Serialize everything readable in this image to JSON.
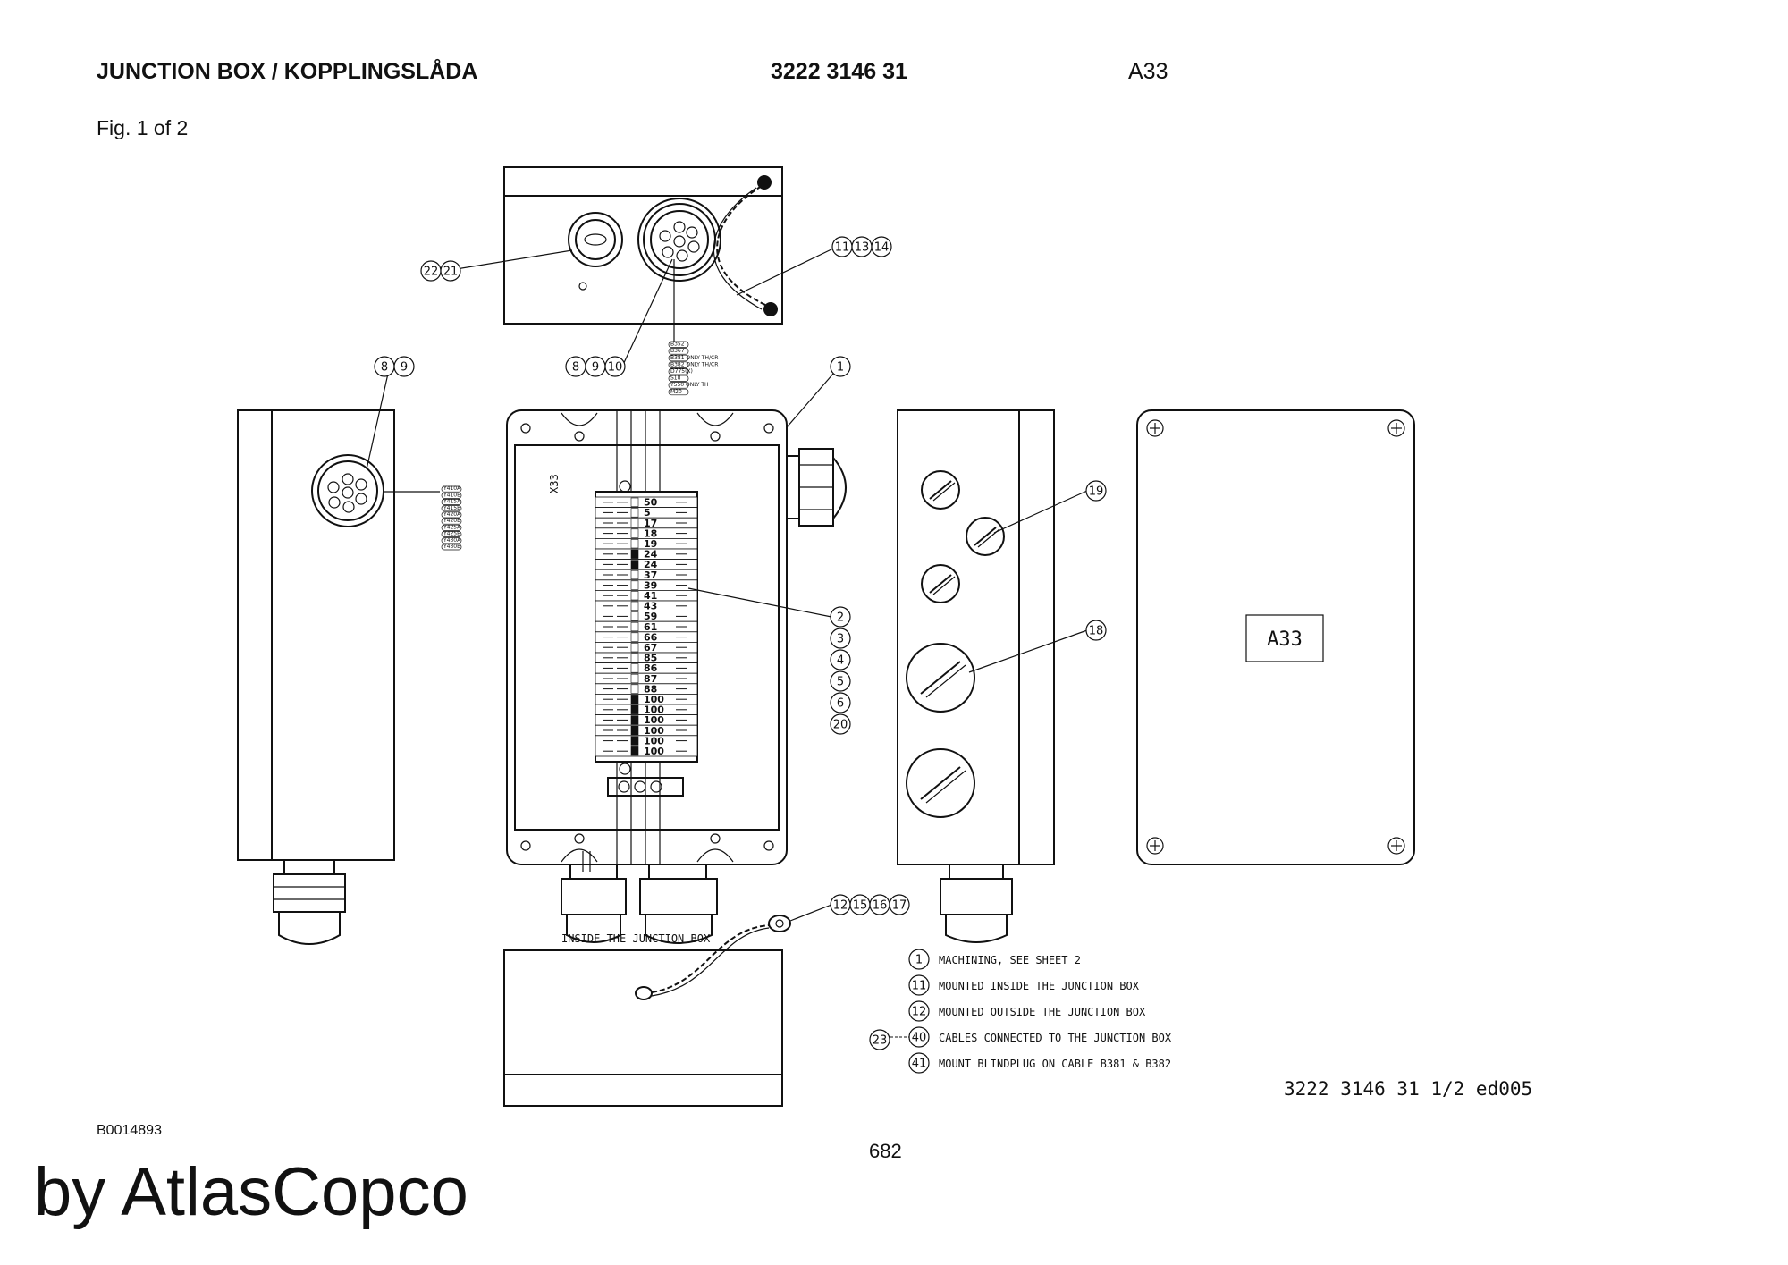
{
  "header": {
    "title": "JUNCTION BOX / KOPPLINGSLÅDA",
    "part_number": "3222 3146 31",
    "reference": "A33",
    "figure": "Fig. 1 of 2"
  },
  "footer": {
    "doc_number": "B0014893",
    "page_number": "682",
    "brand": "by AtlasCopco",
    "drawing_number": "3222 3146 31 1/2 ed005"
  },
  "drawing": {
    "terminal_label": "X33",
    "box_label": "A33",
    "inside_label": "INSIDE THE JUNCTION BOX",
    "terminals": [
      "50",
      "5",
      "17",
      "18",
      "19",
      "24",
      "24",
      "37",
      "39",
      "41",
      "43",
      "59",
      "61",
      "66",
      "67",
      "85",
      "86",
      "87",
      "88",
      "100",
      "100",
      "100",
      "100",
      "100",
      "100"
    ],
    "left_cable_labels": [
      "Y410A",
      "Y410B",
      "Y415A",
      "Y415B",
      "Y420A",
      "Y420B",
      "Y425A",
      "Y425B",
      "Y430A",
      "Y430B"
    ],
    "top_cable_labels": [
      "B352",
      "B367",
      "B381 ONLY TH/CR",
      "B382 ONLY TH/CR",
      "D775(X)",
      "S18",
      "Y550 ONLY TH",
      "M20"
    ],
    "callouts": {
      "c_22_21": [
        "22",
        "21"
      ],
      "c_11_13_14": [
        "11",
        "13",
        "14"
      ],
      "c_8_9_left": [
        "8",
        "9"
      ],
      "c_8_9_10": [
        "8",
        "9",
        "10"
      ],
      "c_1": [
        "1"
      ],
      "c_19": [
        "19"
      ],
      "c_18": [
        "18"
      ],
      "c_stack": [
        "2",
        "3",
        "4",
        "5",
        "6",
        "20"
      ],
      "c_12_15_16_17": [
        "12",
        "15",
        "16",
        "17"
      ],
      "c_23": [
        "23"
      ]
    },
    "notes": [
      {
        "num": "1",
        "text": "MACHINING, SEE SHEET 2"
      },
      {
        "num": "11",
        "text": "MOUNTED INSIDE THE JUNCTION BOX"
      },
      {
        "num": "12",
        "text": "MOUNTED OUTSIDE THE JUNCTION BOX"
      },
      {
        "num": "40",
        "text": "CABLES CONNECTED TO THE JUNCTION BOX"
      },
      {
        "num": "41",
        "text": "MOUNT BLINDPLUG ON CABLE B381 & B382"
      }
    ]
  }
}
